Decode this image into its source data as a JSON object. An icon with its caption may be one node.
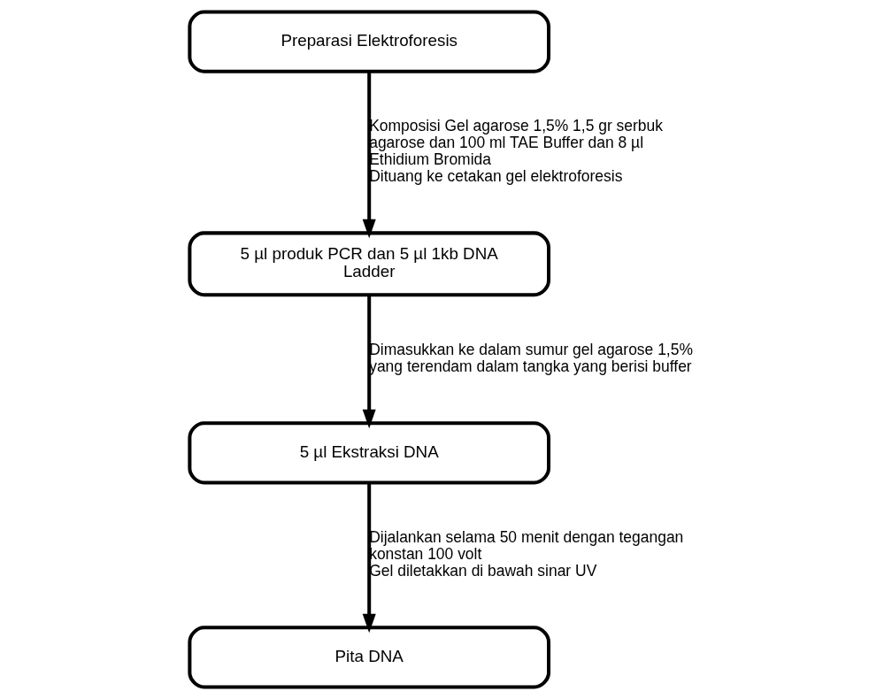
{
  "diagram": {
    "nodes": [
      {
        "text": [
          "Preparasi Elektroforesis"
        ]
      },
      {
        "text": [
          "5 µl produk PCR dan 5 µl 1kb DNA Ladder"
        ]
      },
      {
        "text": [
          "5 µl Ekstraksi DNA"
        ]
      },
      {
        "text": [
          "Pita DNA"
        ]
      }
    ],
    "edges": [
      {
        "from": 0,
        "to": 1,
        "arrow": "to",
        "label": [
          "Komposisi Gel agarose 1,5% 1,5 gr serbuk agarose dan 100 ml TAE Buffer dan 8 µl Ethidium Bromida",
          "Dituang ke cetakan gel elektroforesis"
        ]
      },
      {
        "from": 1,
        "to": 2,
        "arrow": "to",
        "label": [
          "Dimasukkan ke dalam sumur gel agarose 1,5% yang terendam dalam tangka yang berisi buffer"
        ]
      },
      {
        "from": 2,
        "to": 3,
        "arrow": "to",
        "label": [
          "Dijalankan selama 50 menit dengan tegangan konstan 100 volt",
          "Gel diletakkan di bawah sinar UV"
        ]
      }
    ]
  }
}
